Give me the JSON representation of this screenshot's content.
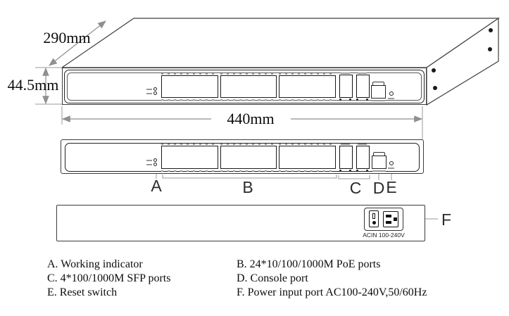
{
  "dimensions": {
    "depth": "290mm",
    "height": "44.5mm",
    "width": "440mm"
  },
  "callouts": {
    "a": "A",
    "b": "B",
    "c": "C",
    "d": "D",
    "e": "E",
    "f": "F"
  },
  "legend": {
    "items": [
      {
        "text": "A. Working indicator"
      },
      {
        "text": "B. 24*10/100/1000M PoE ports"
      },
      {
        "text": "C. 4*100/1000M SFP ports"
      },
      {
        "text": "D. Console port"
      },
      {
        "text": "E. Reset switch"
      },
      {
        "text": "F. Power input port AC100-240V,50/60Hz"
      }
    ]
  },
  "rear_panel": {
    "power_input_label": "ACIN 100-240V"
  },
  "colors": {
    "outline": "#3f3f3f",
    "dimension": "#8f8f8f",
    "text": "#111111"
  }
}
